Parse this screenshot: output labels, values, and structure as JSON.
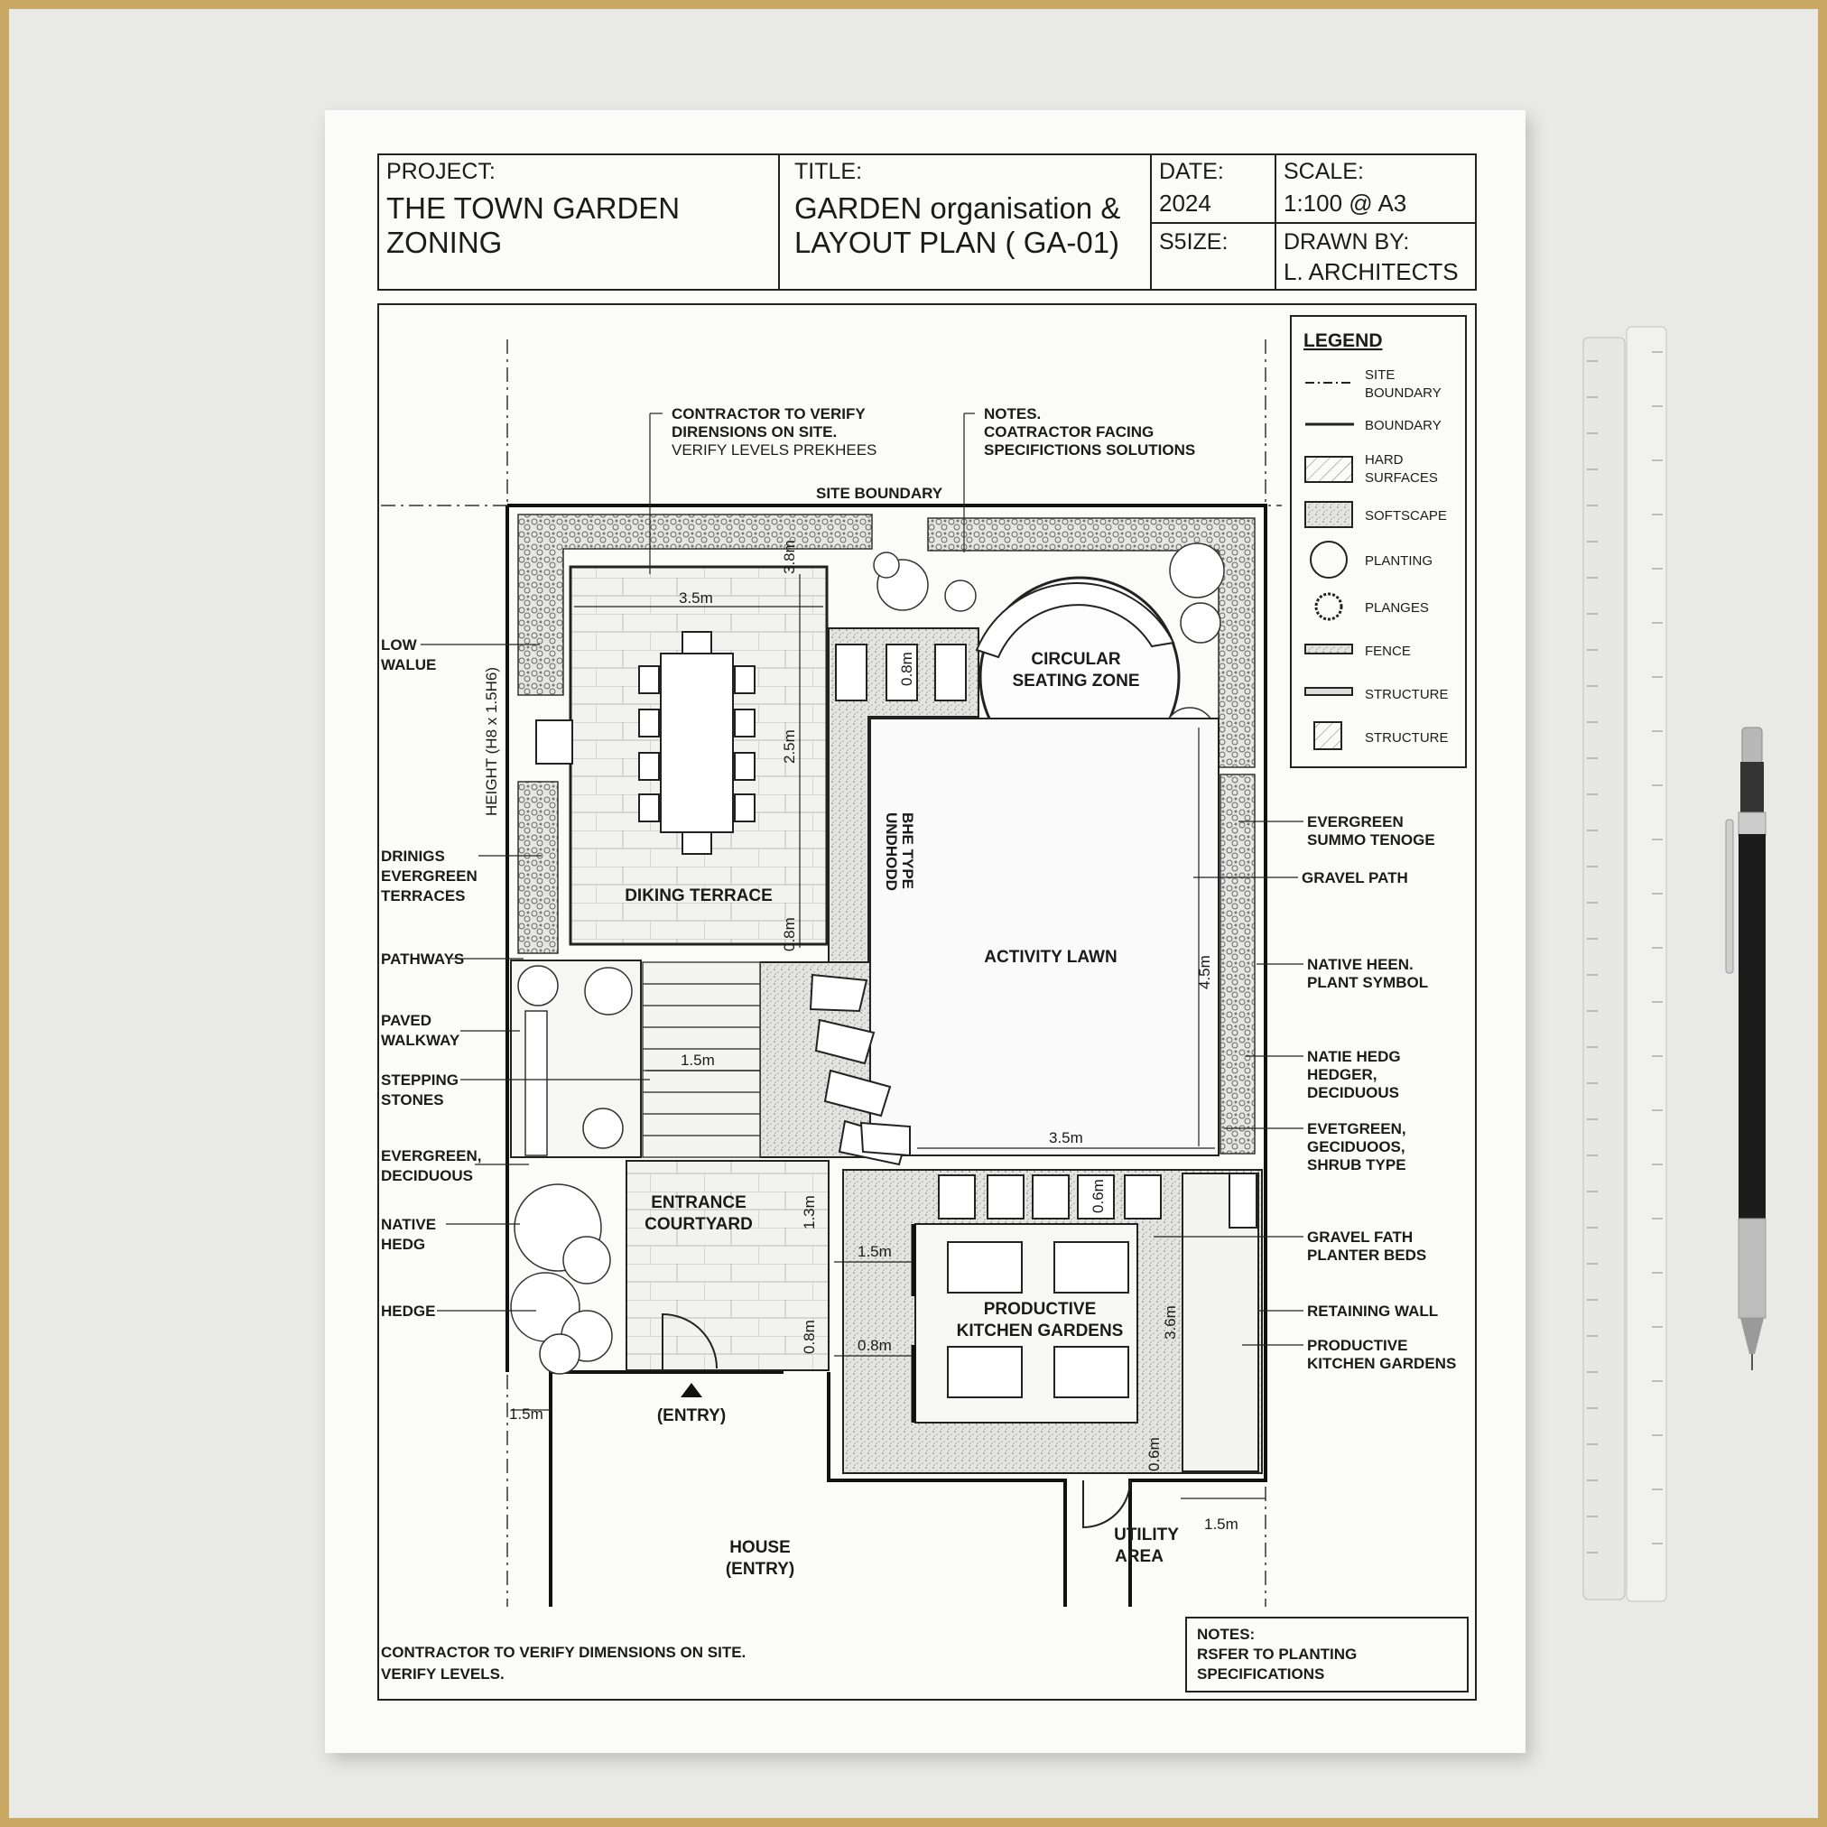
{
  "title_block": {
    "project_key": "PROJECT:",
    "project_line1": "THE TOWN GARDEN",
    "project_line2": "ZONING",
    "title_key": "TITLE:",
    "title_line1": "GARDEN organisation &",
    "title_line2": "LAYOUT PLAN ( GA-01)",
    "date_key": "DATE:",
    "date_value": "2024",
    "size_key": "S5IZE:",
    "scale_key": "SCALE:",
    "scale_value": "1:100 @ A3",
    "drawn_key": "DRAWN BY:",
    "drawn_value": "L. ARCHITECTS"
  },
  "legend": {
    "title": "LEGEND",
    "items": [
      {
        "line1": "SITE",
        "line2": "BOUNDARY"
      },
      {
        "line1": "BOUNDARY",
        "line2": ""
      },
      {
        "line1": "HARD",
        "line2": "SURFACES"
      },
      {
        "line1": "SOFTSCAPE",
        "line2": ""
      },
      {
        "line1": "PLANTING",
        "line2": ""
      },
      {
        "line1": "PLANGES",
        "line2": ""
      },
      {
        "line1": "FENCE",
        "line2": ""
      },
      {
        "line1": "STRUCTURE",
        "line2": ""
      },
      {
        "line1": "STRUCTURE",
        "line2": ""
      }
    ]
  },
  "notes_top": {
    "left_line1": "CONTRACTOR TO VERIFY",
    "left_line2": "DIRENSIONS ON SITE.",
    "left_line3": "VERIFY LEVELS PREKHEES",
    "right_line1": "NOTES.",
    "right_line2": "COATRACTOR FACING",
    "right_line3": "SPECIFICTIONS SOLUTIONS",
    "site_boundary": "SITE BOUNDARY"
  },
  "zones": {
    "dining": "DIKING TERRACE",
    "seating_1": "CIRCULAR",
    "seating_2": "SEATING ZONE",
    "lawn": "ACTIVITY LAWN",
    "entrance_1": "ENTRANCE",
    "entrance_2": "COURTYARD",
    "kitchen_1": "PRODUCTIVE",
    "kitchen_2": "KITCHEN GARDENS",
    "entry": "(ENTRY)",
    "house_1": "HOUSE",
    "house_2": "(ENTRY)",
    "utility_1": "UTILITY",
    "utility_2": "AREA",
    "wall_label_1": "UNDHODD",
    "wall_label_2": "BHE TYPE",
    "height_label": "HEIGHT (H8 x 1.5H6)"
  },
  "left_labels": [
    {
      "l1": "LOW",
      "l2": "WALUE",
      "l3": ""
    },
    {
      "l1": "DRINIGS",
      "l2": "EVERGREEN",
      "l3": "TERRACES"
    },
    {
      "l1": "PATHWAYS",
      "l2": "",
      "l3": ""
    },
    {
      "l1": "PAVED",
      "l2": "WALKWAY",
      "l3": ""
    },
    {
      "l1": "STEPPING",
      "l2": "STONES",
      "l3": ""
    },
    {
      "l1": "EVERGREEN,",
      "l2": "DECIDUOUS",
      "l3": ""
    },
    {
      "l1": "NATIVE",
      "l2": "HEDG",
      "l3": ""
    },
    {
      "l1": "HEDGE",
      "l2": "",
      "l3": ""
    }
  ],
  "right_labels": [
    {
      "l1": "EVERGREEN",
      "l2": "SUMMO TENOGE",
      "l3": ""
    },
    {
      "l1": "GRAVEL PATH",
      "l2": "",
      "l3": ""
    },
    {
      "l1": "NATIVE HEEN.",
      "l2": "PLANT SYMBOL",
      "l3": ""
    },
    {
      "l1": "NATIE HEDG",
      "l2": "HEDGER,",
      "l3": "DECIDUOUS"
    },
    {
      "l1": "EVETGREEN,",
      "l2": "GECIDUOOS,",
      "l3": "SHRUB TYPE"
    },
    {
      "l1": "GRAVEL FATH",
      "l2": "PLANTER BEDS",
      "l3": ""
    },
    {
      "l1": "RETAINING WALL",
      "l2": "",
      "l3": ""
    },
    {
      "l1": "PRODUCTIVE",
      "l2": "KITCHEN GARDENS",
      "l3": ""
    }
  ],
  "dimensions": {
    "d1": "3.5m",
    "d2": "2.5m",
    "d3": "0.8m",
    "d4": "3.8m",
    "d5": "0.8m",
    "d6": "1.5m",
    "d7": "4.5m",
    "d8": "3.5m",
    "d9": "1.3m",
    "d10": "1.5m",
    "d11": "0.8m",
    "d12": "0.8m",
    "d13": "0.6m",
    "d14": "3.6m",
    "d15": "0.6m",
    "d16": "1.5m",
    "d17": "1.5m"
  },
  "footer": {
    "left_line1": "CONTRACTOR TO VERIFY DIMENSIONS ON SITE.",
    "left_line2": "VERIFY LEVELS.",
    "notes_key": "NOTES:",
    "notes_line1": "RSFER TO PLANTING",
    "notes_line2": "SPECIFICATIONS"
  }
}
